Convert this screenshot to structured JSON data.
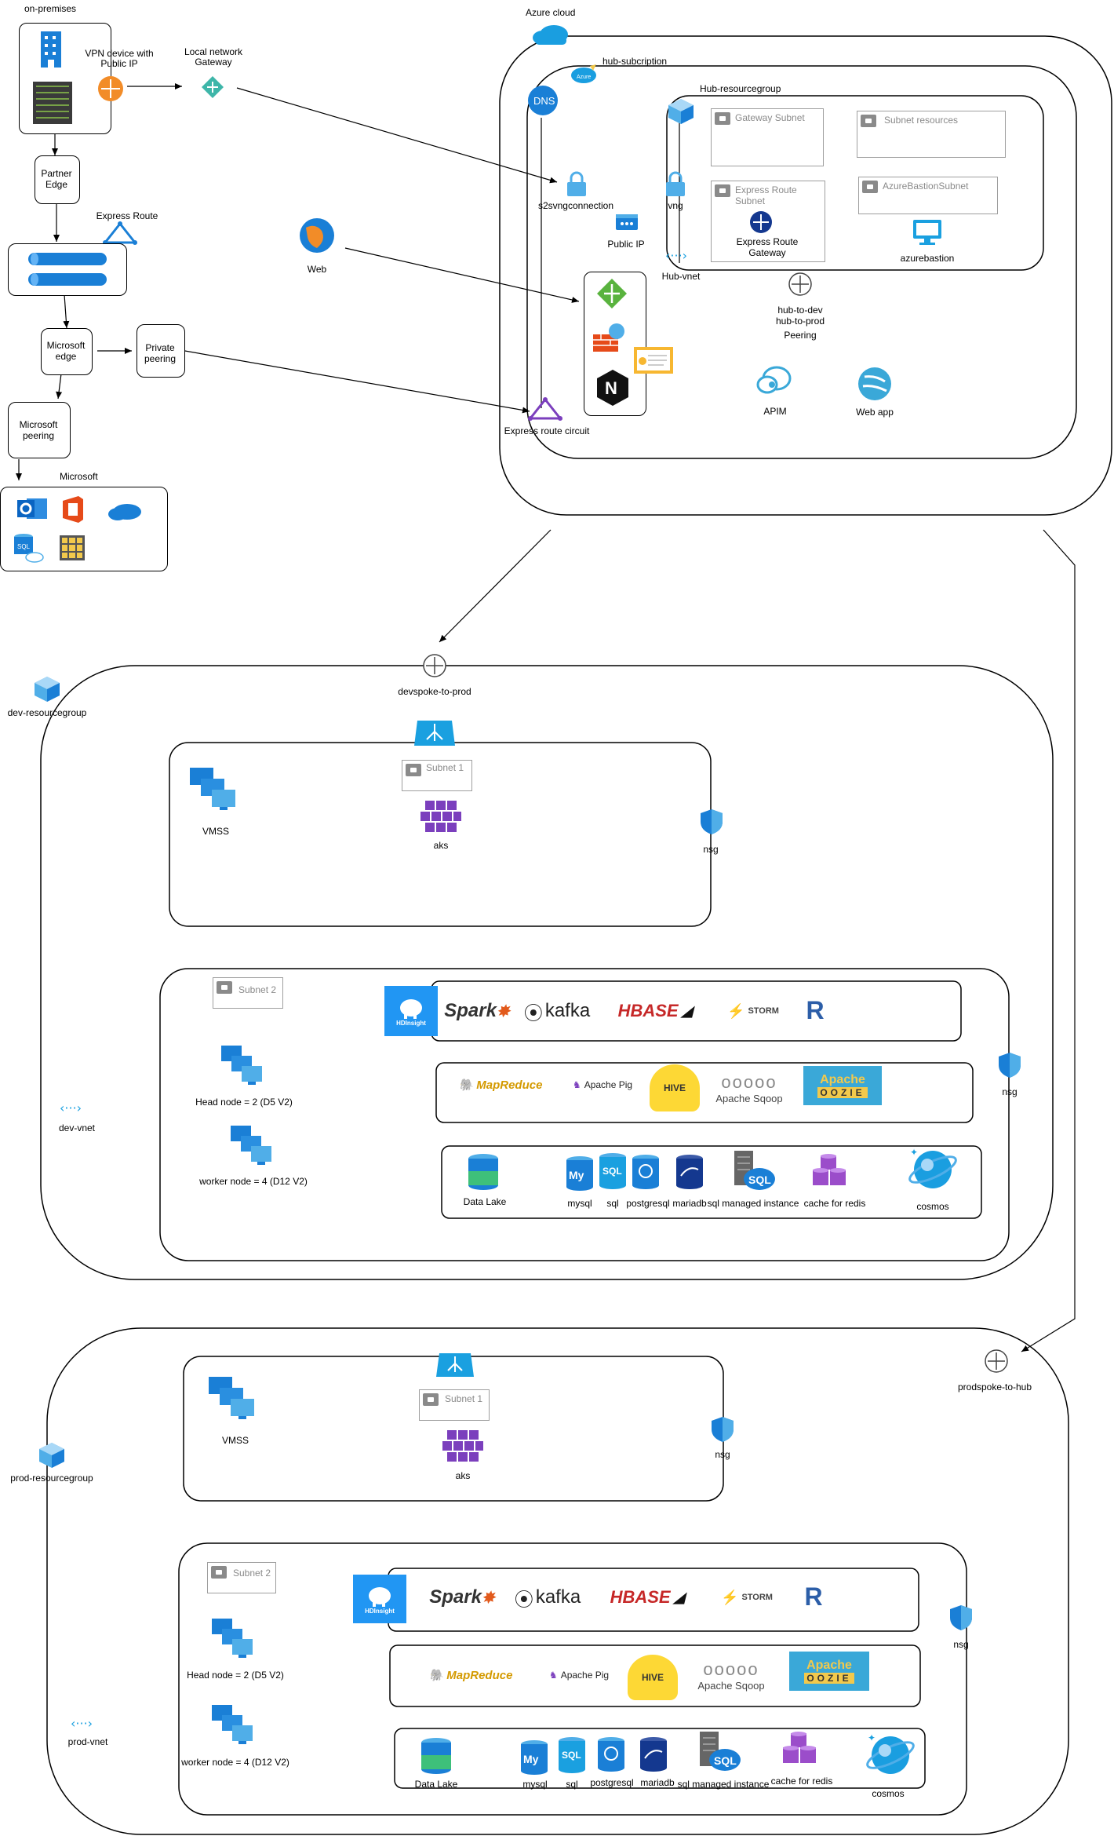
{
  "onprem": {
    "title": "on-premises",
    "vpn_device": "VPN device with Public IP",
    "local_gw": "Local network Gateway",
    "partner_edge": "Partner Edge",
    "express_route": "Express Route",
    "ms_edge": "Microsoft edge",
    "private_peering": "Private peering",
    "ms_peering": "Microsoft peering",
    "microsoft": "Microsoft",
    "web": "Web"
  },
  "azure": {
    "title": "Azure cloud",
    "hub_subscription": "hub-subcription",
    "hub_rg": "Hub-resourcegroup",
    "dns": "DNS",
    "gateway_subnet": "Gateway Subnet",
    "subnet_resources": "Subnet resources",
    "er_subnet": "Express Route Subnet",
    "er_gateway": "Express Route Gateway",
    "bastion_subnet": "AzureBastionSubnet",
    "azurebastion": "azurebastion",
    "s2s": "s2svngconnection",
    "vng": "vng",
    "public_ip": "Public IP",
    "hub_vnet": "Hub-vnet",
    "peering_a": "hub-to-dev",
    "peering_b": "hub-to-prod",
    "peering": "Peering",
    "apim": "APIM",
    "webapp": "Web app",
    "er_circuit": "Express route circuit"
  },
  "dev": {
    "spoke": "devspoke-to-prod",
    "rg": "dev-resourcegroup",
    "vnet": "dev-vnet",
    "vmss": "VMSS",
    "subnet1": "Subnet 1",
    "aks": "aks",
    "nsg": "nsg",
    "subnet2": "Subnet 2",
    "head_node": "Head node = 2 (D5 V2)",
    "worker_node": "worker node = 4 (D12 V2)",
    "nsg2": "nsg",
    "hdinsight": "HDInsight",
    "spark": "Spark",
    "kafka": "kafka",
    "hbase": "HBASE",
    "storm": "STORM",
    "r": "R",
    "mapreduce": "MapReduce",
    "pig": "Apache Pig",
    "hive": "HIVE",
    "sqoop": "Apache Sqoop",
    "oozie_a": "Apache",
    "oozie_b": "OOZIE",
    "datalake": "Data Lake",
    "mysql": "mysql",
    "sql": "sql",
    "postgresql": "postgresql",
    "mariadb": "mariadb",
    "sqlmi": "sql managed instance",
    "redis": "cache for redis",
    "cosmos": "cosmos"
  },
  "prod": {
    "spoke": "prodspoke-to-hub",
    "rg": "prod-resourcegroup",
    "vnet": "prod-vnet",
    "vmss": "VMSS",
    "subnet1": "Subnet 1",
    "aks": "aks",
    "nsg": "nsg",
    "subnet2": "Subnet 2",
    "head_node": "Head node = 2 (D5 V2)",
    "worker_node": "worker node = 4 (D12 V2)",
    "nsg2": "nsg",
    "hdinsight": "HDInsight",
    "spark": "Spark",
    "kafka": "kafka",
    "hbase": "HBASE",
    "storm": "STORM",
    "r": "R",
    "mapreduce": "MapReduce",
    "pig": "Apache Pig",
    "hive": "HIVE",
    "sqoop": "Apache Sqoop",
    "oozie_a": "Apache",
    "oozie_b": "OOZIE",
    "datalake": "Data Lake",
    "mysql": "mysql",
    "sql": "sql",
    "postgresql": "postgresql",
    "mariadb": "mariadb",
    "sqlmi": "sql managed instance",
    "redis": "cache for redis",
    "cosmos": "cosmos"
  },
  "colors": {
    "azure_blue": "#0078d4",
    "light_blue": "#50aee8",
    "purple": "#7b3fbd",
    "orange": "#f7941d",
    "teal": "#3eb6a9"
  }
}
